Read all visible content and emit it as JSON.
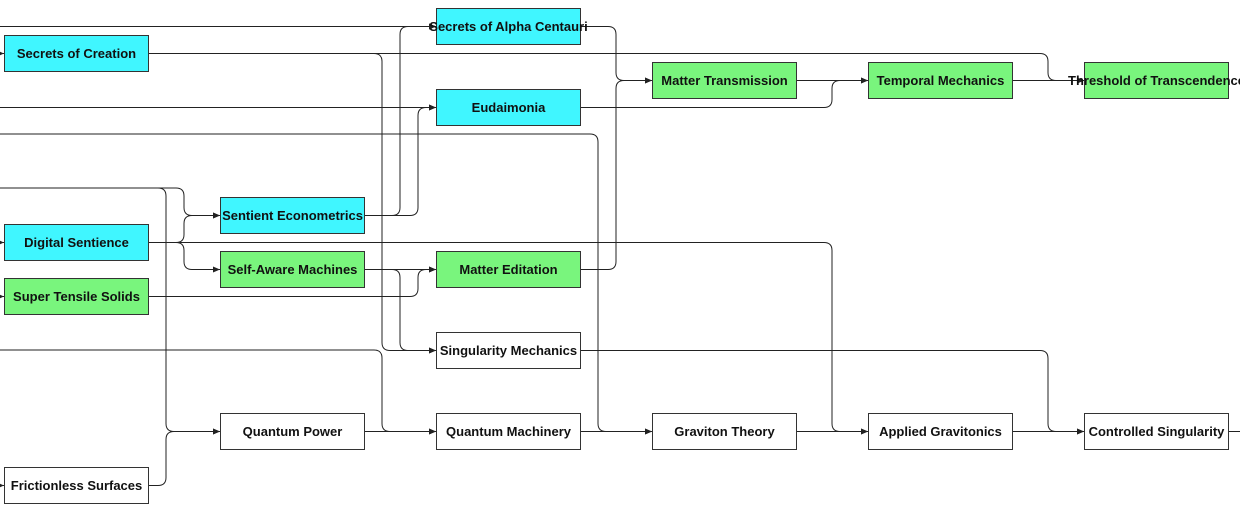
{
  "colors": {
    "cyan": "#40f6ff",
    "green": "#79f57d",
    "white": "#ffffff",
    "edge": "#222222"
  },
  "nodes": {
    "secrets_of_creation": {
      "label": "Secrets of Creation",
      "color": "cyan"
    },
    "secrets_of_alpha_centauri": {
      "label": "Secrets of Alpha Centauri",
      "color": "cyan"
    },
    "matter_transmission": {
      "label": "Matter Transmission",
      "color": "green"
    },
    "temporal_mechanics": {
      "label": "Temporal Mechanics",
      "color": "green"
    },
    "threshold_of_transcendence": {
      "label": "Threshold of Transcendence",
      "color": "green"
    },
    "eudaimonia": {
      "label": "Eudaimonia",
      "color": "cyan"
    },
    "sentient_econometrics": {
      "label": "Sentient Econometrics",
      "color": "cyan"
    },
    "digital_sentience": {
      "label": "Digital Sentience",
      "color": "cyan"
    },
    "self_aware_machines": {
      "label": "Self-Aware Machines",
      "color": "green"
    },
    "matter_editation": {
      "label": "Matter Editation",
      "color": "green"
    },
    "super_tensile_solids": {
      "label": "Super Tensile Solids",
      "color": "green"
    },
    "singularity_mechanics": {
      "label": "Singularity Mechanics",
      "color": "white"
    },
    "quantum_power": {
      "label": "Quantum Power",
      "color": "white"
    },
    "quantum_machinery": {
      "label": "Quantum Machinery",
      "color": "white"
    },
    "graviton_theory": {
      "label": "Graviton Theory",
      "color": "white"
    },
    "applied_gravitonics": {
      "label": "Applied Gravitonics",
      "color": "white"
    },
    "controlled_singularity": {
      "label": "Controlled Singularity",
      "color": "white"
    },
    "frictionless_surfaces": {
      "label": "Frictionless Surfaces",
      "color": "white"
    }
  },
  "edges": [
    [
      "secrets_of_alpha_centauri",
      "matter_transmission"
    ],
    [
      "matter_transmission",
      "temporal_mechanics"
    ],
    [
      "temporal_mechanics",
      "threshold_of_transcendence"
    ],
    [
      "secrets_of_creation",
      "threshold_of_transcendence"
    ],
    [
      "eudaimonia",
      "temporal_mechanics"
    ],
    [
      "sentient_econometrics",
      "secrets_of_alpha_centauri"
    ],
    [
      "sentient_econometrics",
      "eudaimonia"
    ],
    [
      "digital_sentience",
      "sentient_econometrics"
    ],
    [
      "digital_sentience",
      "self_aware_machines"
    ],
    [
      "digital_sentience",
      "applied_gravitonics"
    ],
    [
      "self_aware_machines",
      "matter_editation"
    ],
    [
      "self_aware_machines",
      "singularity_mechanics"
    ],
    [
      "super_tensile_solids",
      "matter_editation"
    ],
    [
      "matter_editation",
      "matter_transmission"
    ],
    [
      "secrets_of_creation",
      "singularity_mechanics"
    ],
    [
      "singularity_mechanics",
      "controlled_singularity"
    ],
    [
      "quantum_power",
      "quantum_machinery"
    ],
    [
      "quantum_machinery",
      "graviton_theory"
    ],
    [
      "graviton_theory",
      "applied_gravitonics"
    ],
    [
      "applied_gravitonics",
      "controlled_singularity"
    ],
    [
      "frictionless_surfaces",
      "quantum_power"
    ]
  ]
}
